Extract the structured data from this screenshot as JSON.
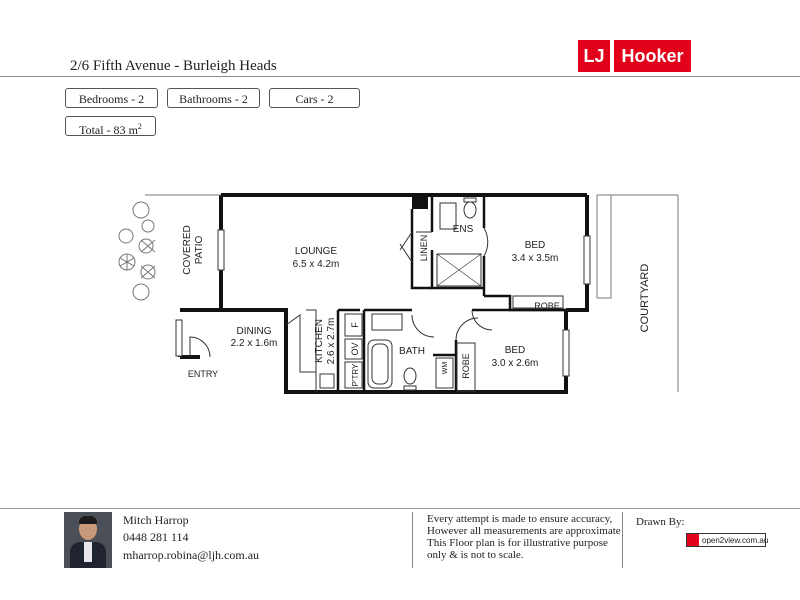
{
  "header": {
    "address": "2/6 Fifth Avenue - Burleigh Heads",
    "logo": {
      "lj": "LJ",
      "brand": "Hooker",
      "color": "#e2001a"
    }
  },
  "stats": {
    "bedrooms": "Bedrooms - 2",
    "bathrooms": "Bathrooms - 2",
    "cars": "Cars - 2",
    "total": "Total - 83",
    "total_unit": "m",
    "total_unit_sup": "2"
  },
  "rooms": {
    "covered_patio_1": "COVERED",
    "covered_patio_2": "PATIO",
    "lounge_name": "LOUNGE",
    "lounge_size": "6.5 x 4.2m",
    "dining_name": "DINING",
    "dining_size": "2.2 x 1.6m",
    "entry": "ENTRY",
    "kitchen_name": "KITCHEN",
    "kitchen_size": "2.6 x 2.7m",
    "fridge": "F",
    "oven": "OV",
    "pantry": "P'TRY",
    "linen": "LINEN",
    "ensuite": "ENS",
    "bath": "BATH",
    "washing": "WM",
    "robe_1": "ROBE",
    "robe_2": "ROBE",
    "bed1_name": "BED",
    "bed1_size": "3.4 x 3.5m",
    "bed2_name": "BED",
    "bed2_size": "3.0 x 2.6m",
    "courtyard": "COURTYARD"
  },
  "footer": {
    "agent_name": "Mitch Harrop",
    "agent_phone": "0448 281 114",
    "agent_email": "mharrop.robina@ljh.com.au",
    "disclaimer": [
      "Every  attempt is made to ensure accuracy,",
      "However all measurements are approximate",
      "This Floor plan is for illustrative purpose",
      "only & is not to scale."
    ],
    "drawn_by": "Drawn By:",
    "drawn_by_brand": "open2view.com.au"
  }
}
